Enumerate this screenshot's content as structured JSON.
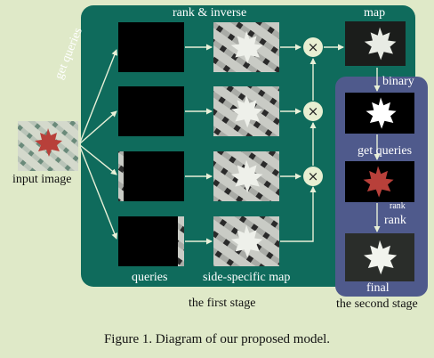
{
  "first_stage": {
    "top_label": "rank & inverse",
    "side_label": "get queries",
    "queries_label": "queries",
    "map_label": "side-specific map",
    "stage_label": "the first stage"
  },
  "input_label": "input image",
  "second_stage": {
    "map_label": "map",
    "binary_label": "binary",
    "get_queries_label": "get queries",
    "rank_small_label": "rank",
    "rank_label": "rank",
    "final_label": "final",
    "stage_label": "the second stage"
  },
  "multiply_symbol": "×",
  "caption": "Figure 1. Diagram of our proposed model.",
  "colors": {
    "background": "#dfe9c8",
    "first_stage_panel": "#0f6b5c",
    "second_stage_panel": "#4f5a8c",
    "arrow": "#e8f0d8",
    "node_fill": "#e8efd2"
  }
}
